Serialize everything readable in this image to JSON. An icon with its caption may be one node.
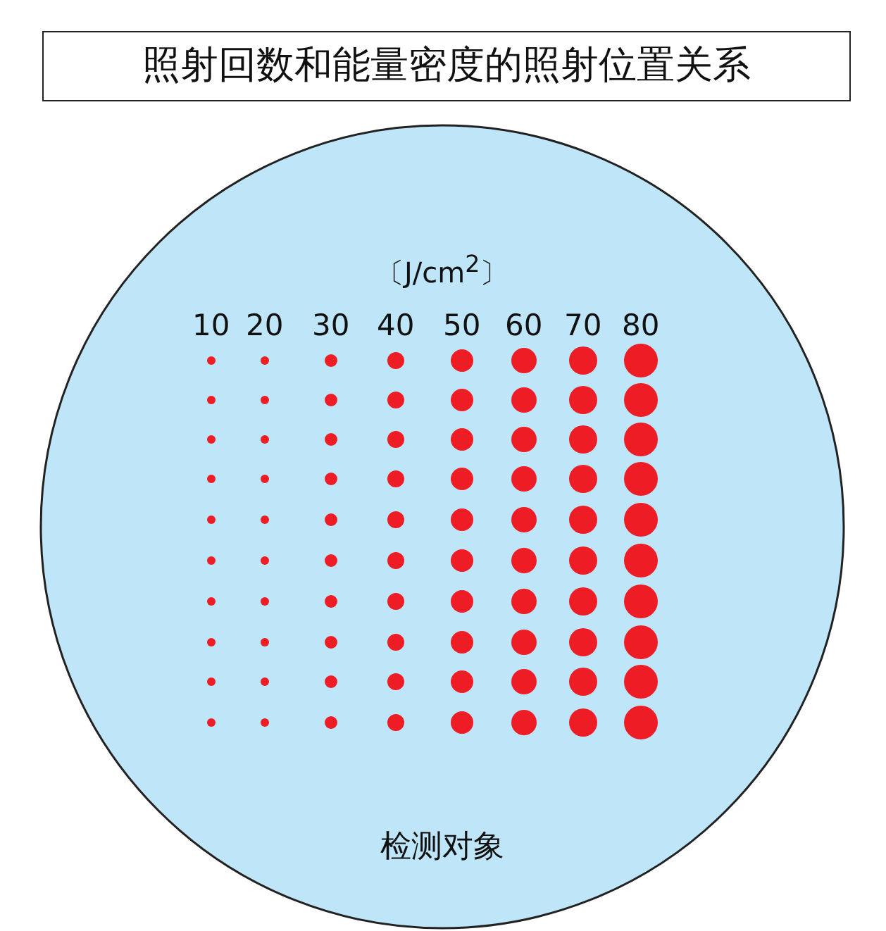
{
  "diagram": {
    "title": "照射回数和能量密度的照射位置关系",
    "labels": [
      "〔J/cm$^{2}$〕",
      "10",
      "20",
      "30",
      "40",
      "50",
      "60",
      "70",
      "80",
      "检测对象"
    ]
  }
}
